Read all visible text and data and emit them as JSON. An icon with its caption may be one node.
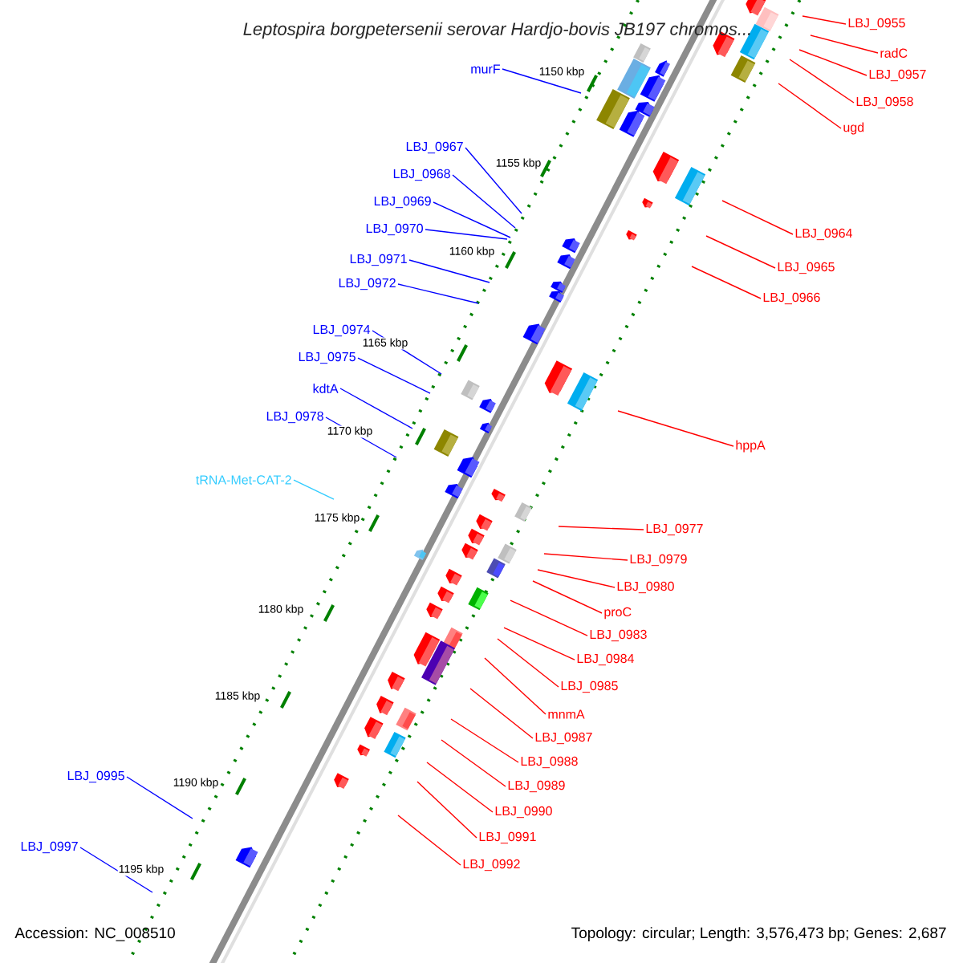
{
  "diagram": {
    "title": "Leptospira borgpetersenii serovar Hardjo-bovis JB197 chromos...",
    "nodes": [
      {
        "text": [
          "murF"
        ]
      },
      {
        "text": [
          "LBJ_0967"
        ]
      },
      {
        "text": [
          "LBJ_0968"
        ]
      },
      {
        "text": [
          "LBJ_0969"
        ]
      },
      {
        "text": [
          "LBJ_0970"
        ]
      },
      {
        "text": [
          "LBJ_0971"
        ]
      },
      {
        "text": [
          "LBJ_0972"
        ]
      },
      {
        "text": [
          "LBJ_0974"
        ]
      },
      {
        "text": [
          "LBJ_0975"
        ]
      },
      {
        "text": [
          "kdtA"
        ]
      },
      {
        "text": [
          "LBJ_0978"
        ]
      },
      {
        "text": [
          "tRNA-Met-CAT-2"
        ]
      },
      {
        "text": [
          "LBJ_0995"
        ]
      },
      {
        "text": [
          "LBJ_0997"
        ]
      },
      {
        "text": [
          "LBJ_0955"
        ]
      },
      {
        "text": [
          "radC"
        ]
      },
      {
        "text": [
          "LBJ_0957"
        ]
      },
      {
        "text": [
          "LBJ_0958"
        ]
      },
      {
        "text": [
          "ugd"
        ]
      },
      {
        "text": [
          "LBJ_0964"
        ]
      },
      {
        "text": [
          "LBJ_0965"
        ]
      },
      {
        "text": [
          "LBJ_0966"
        ]
      },
      {
        "text": [
          "hppA"
        ]
      },
      {
        "text": [
          "LBJ_0977"
        ]
      },
      {
        "text": [
          "LBJ_0979"
        ]
      },
      {
        "text": [
          "LBJ_0980"
        ]
      },
      {
        "text": [
          "proC"
        ]
      },
      {
        "text": [
          "LBJ_0983"
        ]
      },
      {
        "text": [
          "LBJ_0984"
        ]
      },
      {
        "text": [
          "LBJ_0985"
        ]
      },
      {
        "text": [
          "mnmA"
        ]
      },
      {
        "text": [
          "LBJ_0987"
        ]
      },
      {
        "text": [
          "LBJ_0988"
        ]
      },
      {
        "text": [
          "LBJ_0989"
        ]
      },
      {
        "text": [
          "LBJ_0990"
        ]
      },
      {
        "text": [
          "LBJ_0991"
        ]
      },
      {
        "text": [
          "LBJ_0992"
        ]
      }
    ],
    "edges": [
      {
        "from": 0,
        "to": null,
        "arrow": "none",
        "color": "#0000ff"
      },
      {
        "from": 1,
        "to": null,
        "arrow": "none",
        "color": "#0000ff"
      },
      {
        "from": 2,
        "to": null,
        "arrow": "none",
        "color": "#0000ff"
      },
      {
        "from": 3,
        "to": null,
        "arrow": "none",
        "color": "#0000ff"
      },
      {
        "from": 4,
        "to": null,
        "arrow": "none",
        "color": "#0000ff"
      },
      {
        "from": 5,
        "to": null,
        "arrow": "none",
        "color": "#0000ff"
      },
      {
        "from": 6,
        "to": null,
        "arrow": "none",
        "color": "#0000ff"
      },
      {
        "from": 7,
        "to": null,
        "arrow": "none",
        "color": "#0000ff"
      },
      {
        "from": 8,
        "to": null,
        "arrow": "none",
        "color": "#0000ff"
      },
      {
        "from": 9,
        "to": null,
        "arrow": "none",
        "color": "#0000ff"
      },
      {
        "from": 10,
        "to": null,
        "arrow": "none",
        "color": "#0000ff"
      },
      {
        "from": 11,
        "to": null,
        "arrow": "none",
        "color": "#33ccff"
      },
      {
        "from": 12,
        "to": null,
        "arrow": "none",
        "color": "#0000ff"
      },
      {
        "from": 13,
        "to": null,
        "arrow": "none",
        "color": "#0000ff"
      },
      {
        "from": 14,
        "to": null,
        "arrow": "none"
      },
      {
        "from": 15,
        "to": null,
        "arrow": "none"
      },
      {
        "from": 16,
        "to": null,
        "arrow": "none"
      },
      {
        "from": 17,
        "to": null,
        "arrow": "none"
      },
      {
        "from": 18,
        "to": null,
        "arrow": "none"
      },
      {
        "from": 19,
        "to": null,
        "arrow": "none"
      },
      {
        "from": 20,
        "to": null,
        "arrow": "none"
      },
      {
        "from": 21,
        "to": null,
        "arrow": "none"
      },
      {
        "from": 22,
        "to": null,
        "arrow": "none"
      },
      {
        "from": 23,
        "to": null,
        "arrow": "none"
      },
      {
        "from": 24,
        "to": null,
        "arrow": "none"
      },
      {
        "from": 25,
        "to": null,
        "arrow": "none"
      },
      {
        "from": 26,
        "to": null,
        "arrow": "none"
      },
      {
        "from": 27,
        "to": null,
        "arrow": "none"
      },
      {
        "from": 28,
        "to": null,
        "arrow": "none"
      },
      {
        "from": 29,
        "to": null,
        "arrow": "none"
      },
      {
        "from": 30,
        "to": null,
        "arrow": "none"
      },
      {
        "from": 31,
        "to": null,
        "arrow": "none"
      },
      {
        "from": 32,
        "to": null,
        "arrow": "none"
      },
      {
        "from": 33,
        "to": null,
        "arrow": "none"
      },
      {
        "from": 34,
        "to": null,
        "arrow": "none"
      },
      {
        "from": 35,
        "to": null,
        "arrow": "none"
      },
      {
        "from": 36,
        "to": null,
        "arrow": "none"
      }
    ],
    "labels": [
      "1150 kbp",
      "1155 kbp",
      "1160 kbp",
      "1165 kbp",
      "1170 kbp",
      "1175 kbp",
      "1180 kbp",
      "1185 kbp",
      "1190 kbp",
      "1195 kbp",
      "Accession: NC_008510",
      "Topology: circular; Length: 3,576,473 bp; Genes: 2,687"
    ]
  }
}
